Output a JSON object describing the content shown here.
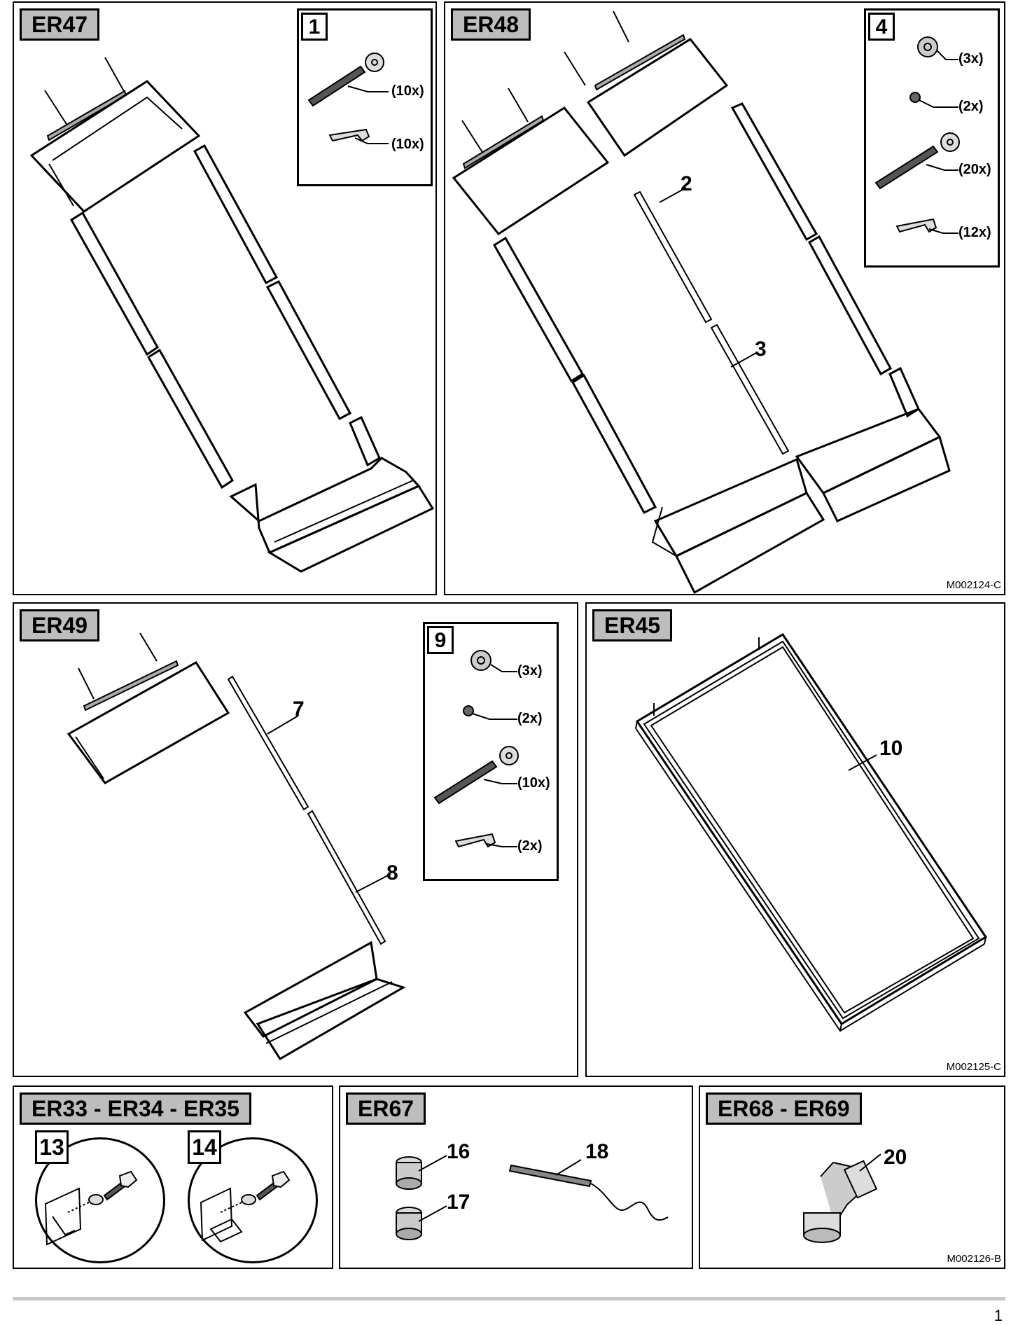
{
  "panels": {
    "er47": {
      "tag": "ER47",
      "step": "1",
      "qty_screw": "(10x)",
      "qty_clip": "(10x)"
    },
    "er48": {
      "tag": "ER48",
      "step": "4",
      "qty_nut": "(3x)",
      "qty_small": "(2x)",
      "qty_screw": "(20x)",
      "qty_clip": "(12x)",
      "ref_a": "2",
      "ref_b": "3",
      "code": "M002124-C"
    },
    "er49": {
      "tag": "ER49",
      "step": "9",
      "qty_nut": "(3x)",
      "qty_small": "(2x)",
      "qty_screw": "(10x)",
      "qty_clip": "(2x)",
      "ref_a": "7",
      "ref_b": "8"
    },
    "er45": {
      "tag": "ER45",
      "ref": "10",
      "code": "M002125-C"
    },
    "er33": {
      "tag": "ER33 - ER34 - ER35",
      "num_a": "13",
      "num_b": "14"
    },
    "er67": {
      "tag": "ER67",
      "ref_a": "16",
      "ref_b": "17",
      "ref_c": "18"
    },
    "er68": {
      "tag": "ER68 - ER69",
      "ref": "20",
      "code": "M002126-B"
    }
  },
  "page_number": "1"
}
